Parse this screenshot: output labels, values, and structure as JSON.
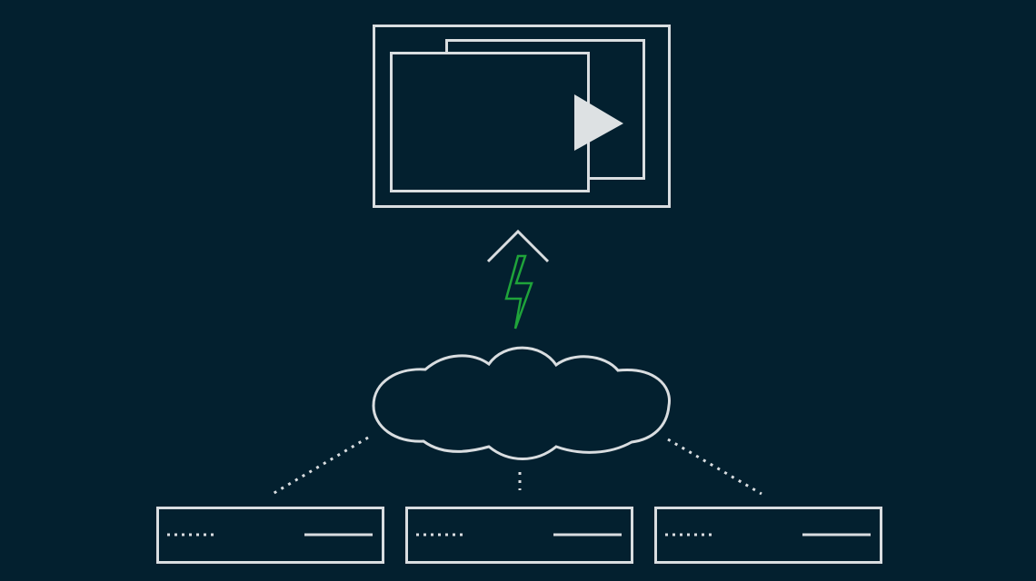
{
  "colors": {
    "background": "#03202f",
    "stroke": "#d9dde0",
    "accent": "#1fa33a",
    "triangle_fill": "#dde1e3"
  },
  "icons": {
    "display": "media-player-window-icon",
    "play": "play-triangle-icon",
    "upload": "upward-chevron-icon",
    "power": "lightning-bolt-icon",
    "cloud": "cloud-icon",
    "servers": "rack-server-icon"
  },
  "servers": [
    {
      "id": "server-1"
    },
    {
      "id": "server-2"
    },
    {
      "id": "server-3"
    }
  ]
}
